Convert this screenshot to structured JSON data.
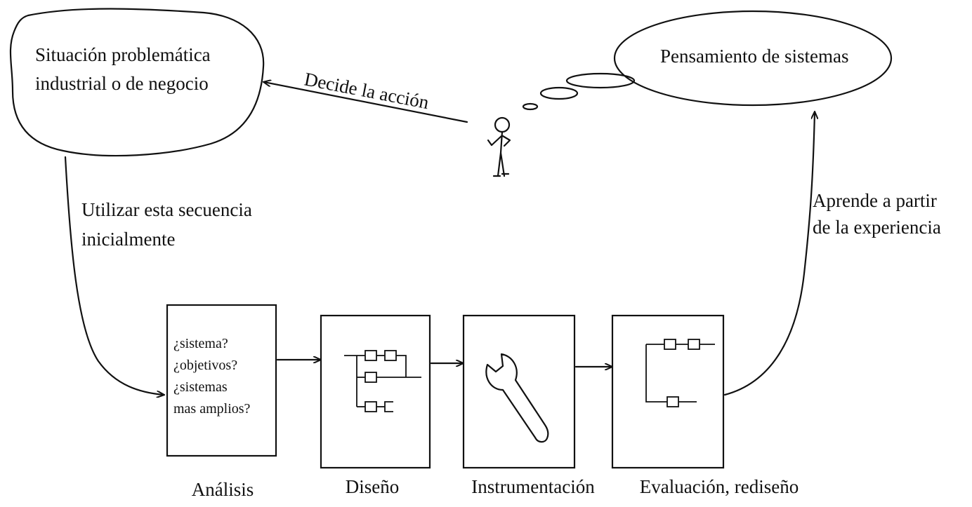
{
  "problem_situation": {
    "line1": "Situación problemática",
    "line2": "industrial o de negocio"
  },
  "systems_thinking": "Pensamiento de sistemas",
  "decide_label": "Decide la acción",
  "use_sequence": {
    "line1": "Utilizar esta secuencia",
    "line2": "inicialmente"
  },
  "learn_label": {
    "line1": "Aprende a partir",
    "line2": "de la experiencia"
  },
  "analysis_questions": [
    "¿sistema?",
    "¿objetivos?",
    "¿sistemas",
    "mas amplios?"
  ],
  "stages": [
    "Análisis",
    "Diseño",
    "Instrumentación",
    "Evaluación, rediseño"
  ]
}
